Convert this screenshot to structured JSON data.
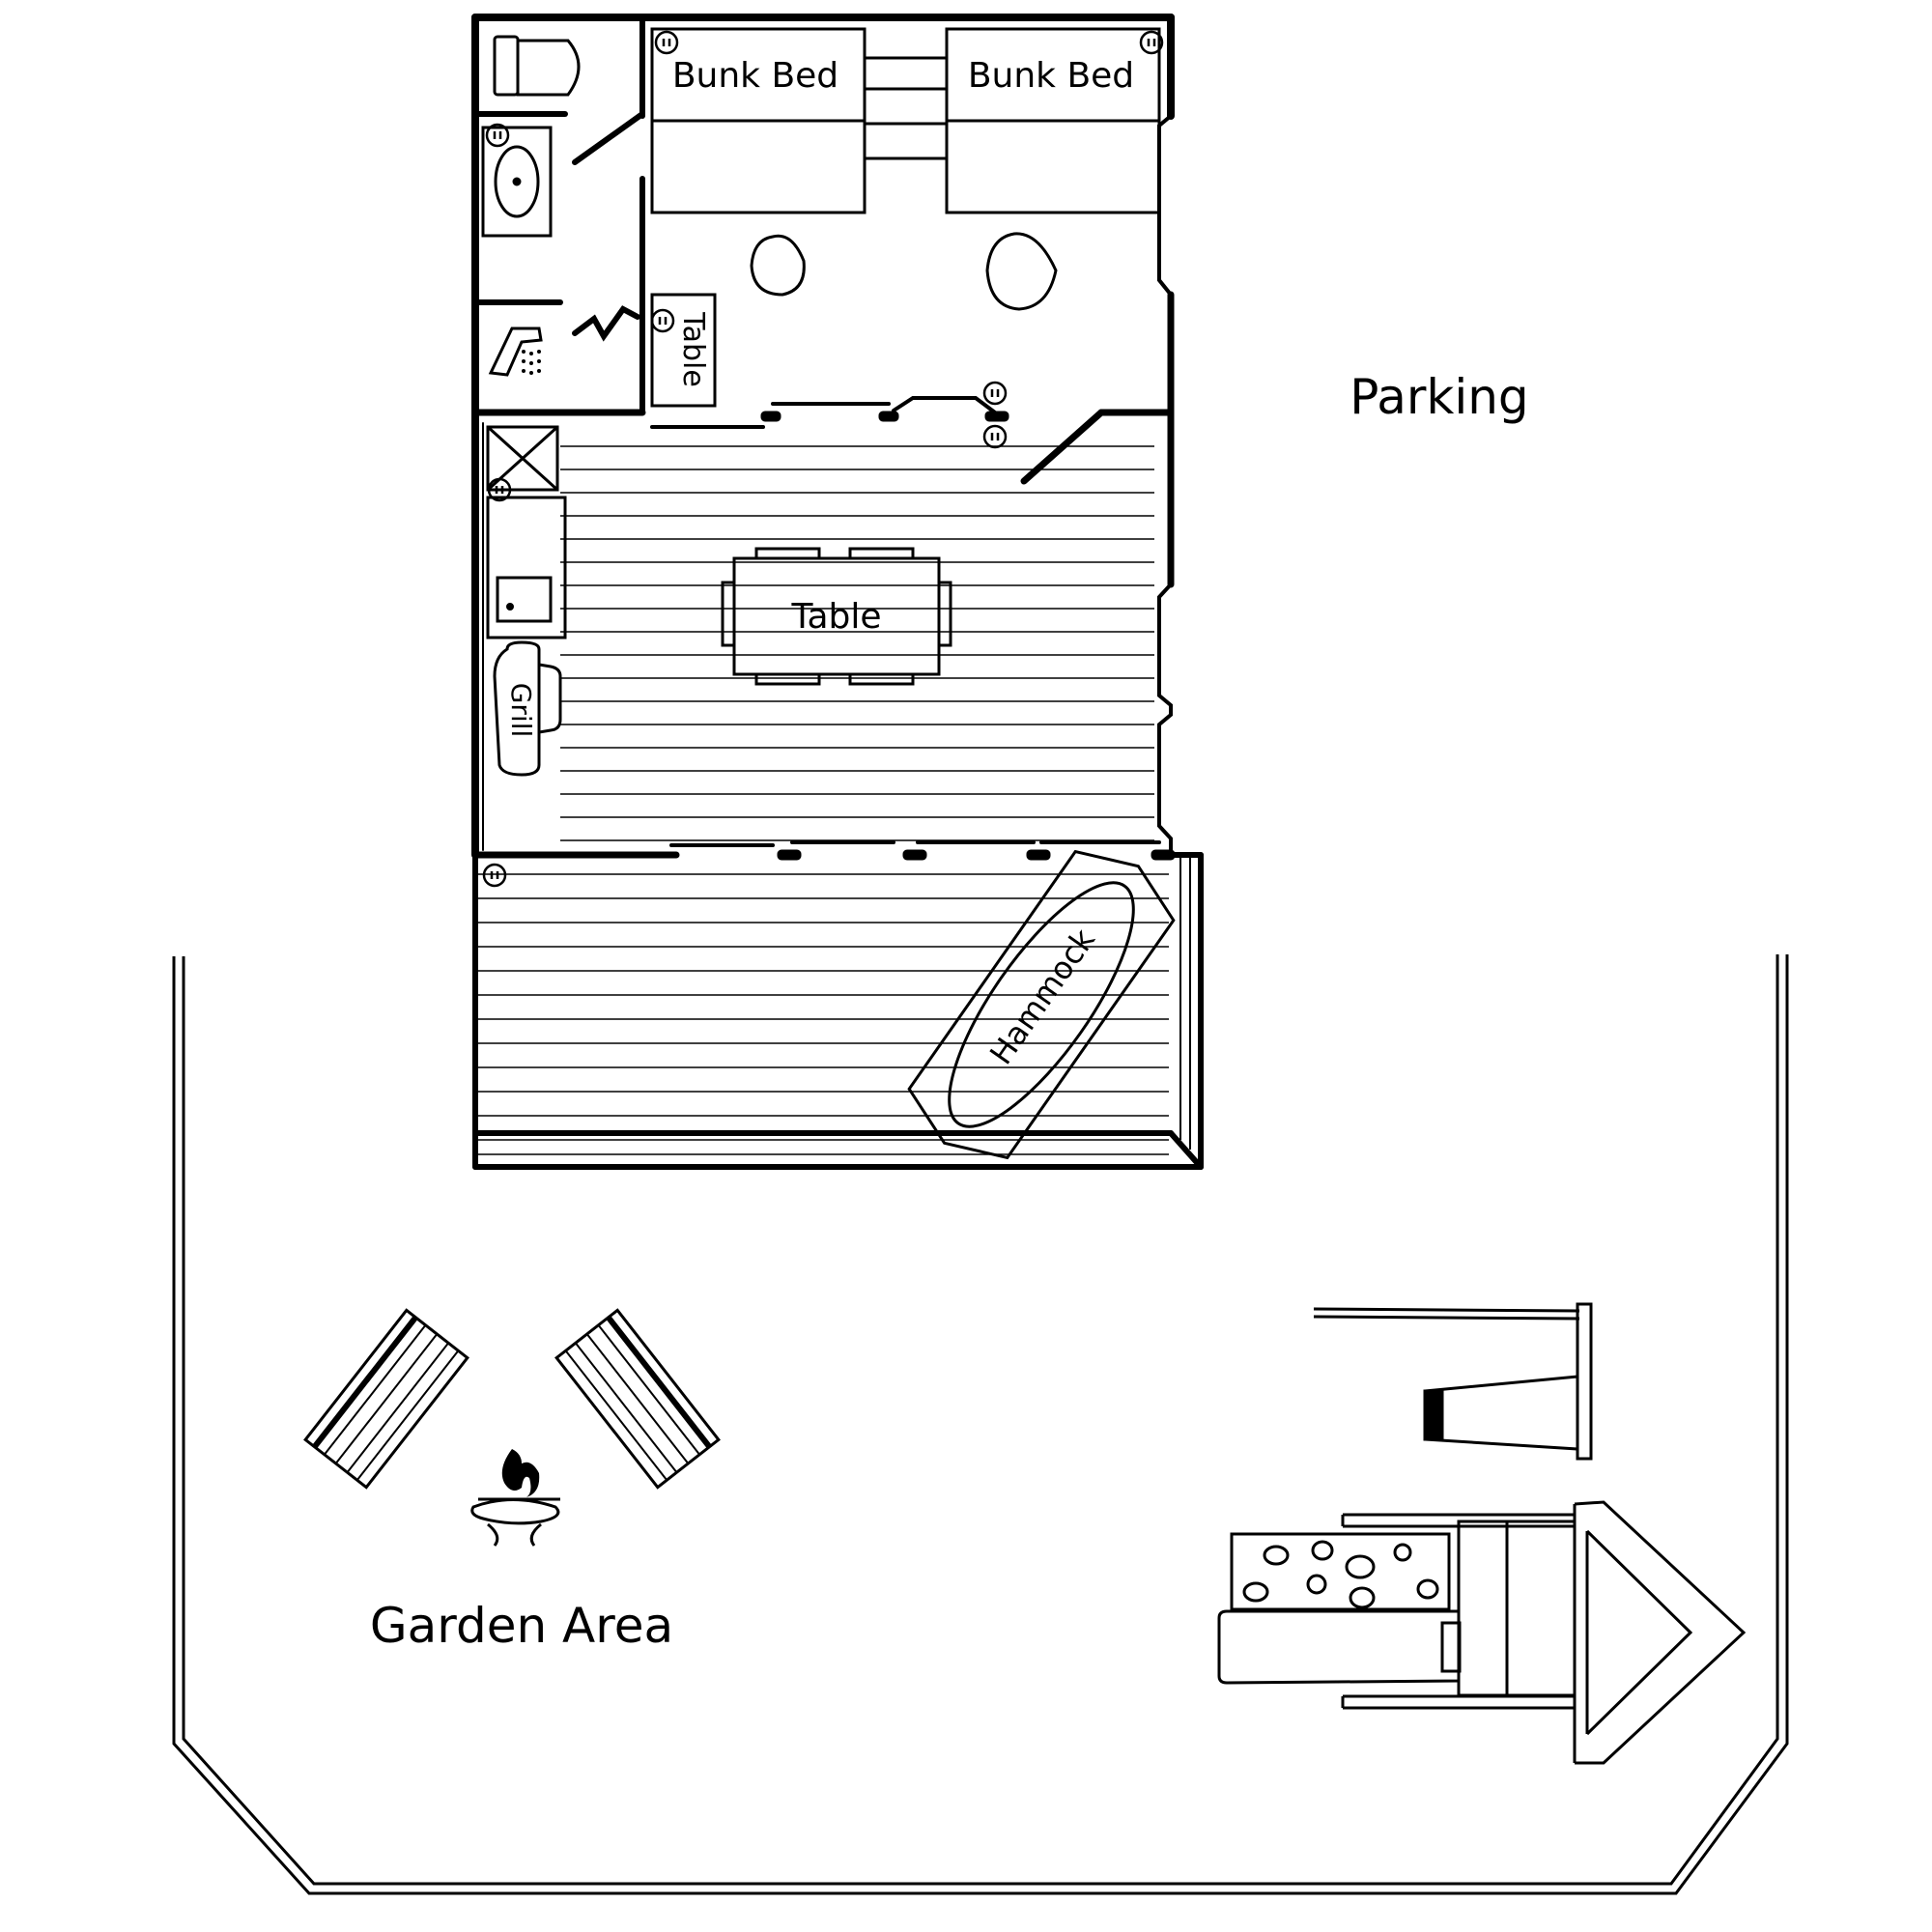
{
  "labels": {
    "bunk_bed_1": "Bunk Bed",
    "bunk_bed_2": "Bunk Bed",
    "side_table": "Table",
    "dining_table": "Table",
    "grill": "Grill",
    "hammock": "Hammock",
    "parking": "Parking",
    "garden": "Garden Area"
  },
  "icons": {
    "toilet": "toilet-icon",
    "sink": "sink-icon",
    "shower": "shower-icon",
    "fire_pit": "fire-pit-icon",
    "outlet": "outlet-icon",
    "playset": "playset-icon"
  },
  "colors": {
    "line": "#000000",
    "background": "#ffffff"
  }
}
